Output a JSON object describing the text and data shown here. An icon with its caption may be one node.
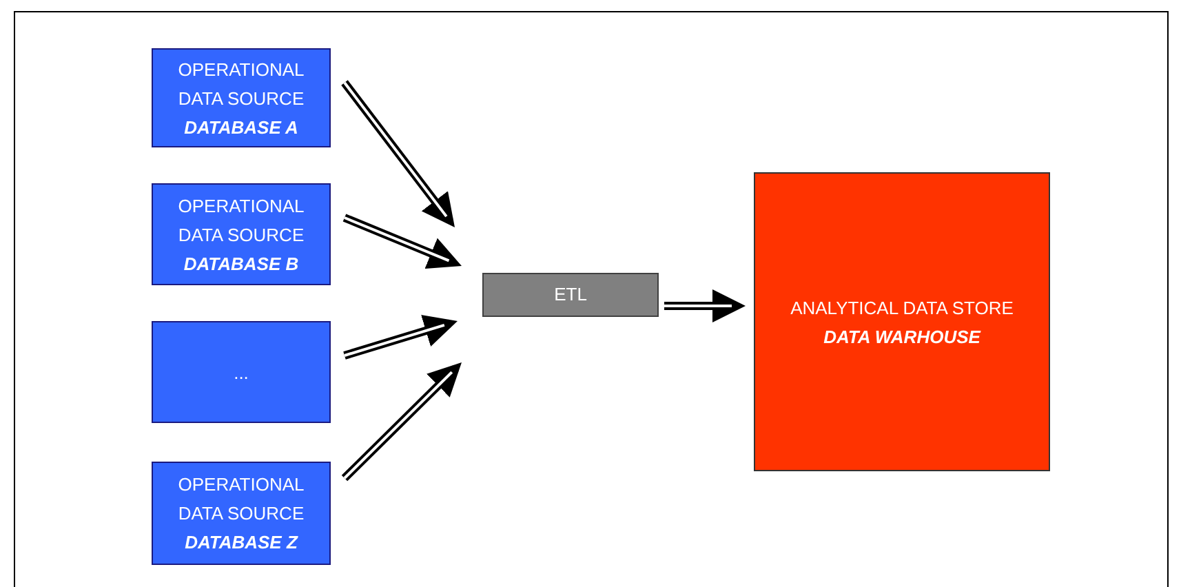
{
  "diagram": {
    "nodes": [
      {
        "text": [
          "OPERATIONAL DATA SOURCE",
          "DATABASE A"
        ]
      },
      {
        "text": [
          "OPERATIONAL DATA SOURCE",
          "DATABASE B"
        ]
      },
      {
        "text": [
          "..."
        ]
      },
      {
        "text": [
          "OPERATIONAL DATA SOURCE",
          "DATABASE Z"
        ]
      },
      {
        "text": [
          "ETL"
        ]
      },
      {
        "text": [
          "ANALYTICAL DATA STORE",
          "DATA WARHOUSE"
        ]
      }
    ],
    "edges": [
      {
        "from": 0,
        "to": 4,
        "arrow": "to"
      },
      {
        "from": 1,
        "to": 4,
        "arrow": "to"
      },
      {
        "from": 2,
        "to": 4,
        "arrow": "to"
      },
      {
        "from": 3,
        "to": 4,
        "arrow": "to"
      },
      {
        "from": 4,
        "to": 5,
        "arrow": "to"
      }
    ]
  }
}
